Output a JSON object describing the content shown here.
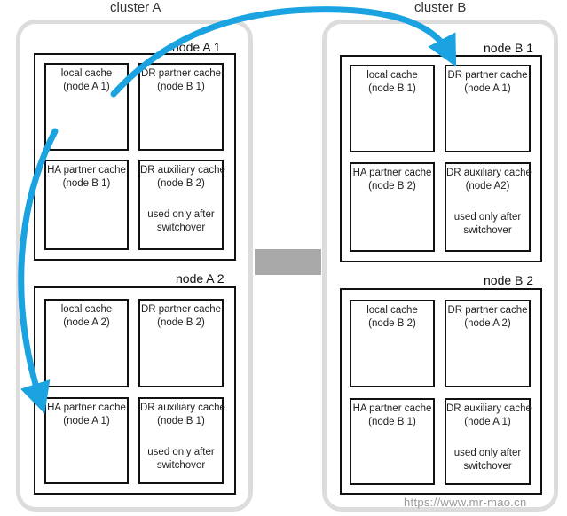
{
  "clusters": [
    {
      "title": "cluster A",
      "nodes": [
        {
          "label": "node A 1",
          "caches": [
            {
              "line1": "local cache",
              "line2": "(node A 1)",
              "note1": "",
              "note2": ""
            },
            {
              "line1": "DR partner cache",
              "line2": "(node B 1)",
              "note1": "",
              "note2": ""
            },
            {
              "line1": "HA partner cache",
              "line2": "(node B 1)",
              "note1": "",
              "note2": ""
            },
            {
              "line1": "DR auxiliary cache",
              "line2": "(node B 2)",
              "note1": "used only after",
              "note2": "switchover"
            }
          ]
        },
        {
          "label": "node A 2",
          "caches": [
            {
              "line1": "local cache",
              "line2": "(node A 2)",
              "note1": "",
              "note2": ""
            },
            {
              "line1": "DR partner cache",
              "line2": "(node B 2)",
              "note1": "",
              "note2": ""
            },
            {
              "line1": "HA partner cache",
              "line2": "(node A 1)",
              "note1": "",
              "note2": ""
            },
            {
              "line1": "DR auxiliary cache",
              "line2": "(node B 1)",
              "note1": "used only after",
              "note2": "switchover"
            }
          ]
        }
      ]
    },
    {
      "title": "cluster B",
      "nodes": [
        {
          "label": "node B 1",
          "caches": [
            {
              "line1": "local cache",
              "line2": "(node B 1)",
              "note1": "",
              "note2": ""
            },
            {
              "line1": "DR partner cache",
              "line2": "(node A 1)",
              "note1": "",
              "note2": ""
            },
            {
              "line1": "HA partner cache",
              "line2": "(node B 2)",
              "note1": "",
              "note2": ""
            },
            {
              "line1": "DR auxiliary cache",
              "line2": "(node A2)",
              "note1": "used only after",
              "note2": "switchover"
            }
          ]
        },
        {
          "label": "node B 2",
          "caches": [
            {
              "line1": "local cache",
              "line2": "(node B 2)",
              "note1": "",
              "note2": ""
            },
            {
              "line1": "DR partner cache",
              "line2": "(node A 2)",
              "note1": "",
              "note2": ""
            },
            {
              "line1": "HA partner cache",
              "line2": "(node B 1)",
              "note1": "",
              "note2": ""
            },
            {
              "line1": "DR auxiliary cache",
              "line2": "(node A 1)",
              "note1": "used only after",
              "note2": "switchover"
            }
          ]
        }
      ]
    }
  ],
  "watermark": "https://www.mr-mao.cn",
  "colors": {
    "arrow": "#1aa3e0",
    "frame": "#dcdcdc",
    "link_bar": "#a9a9a9"
  }
}
